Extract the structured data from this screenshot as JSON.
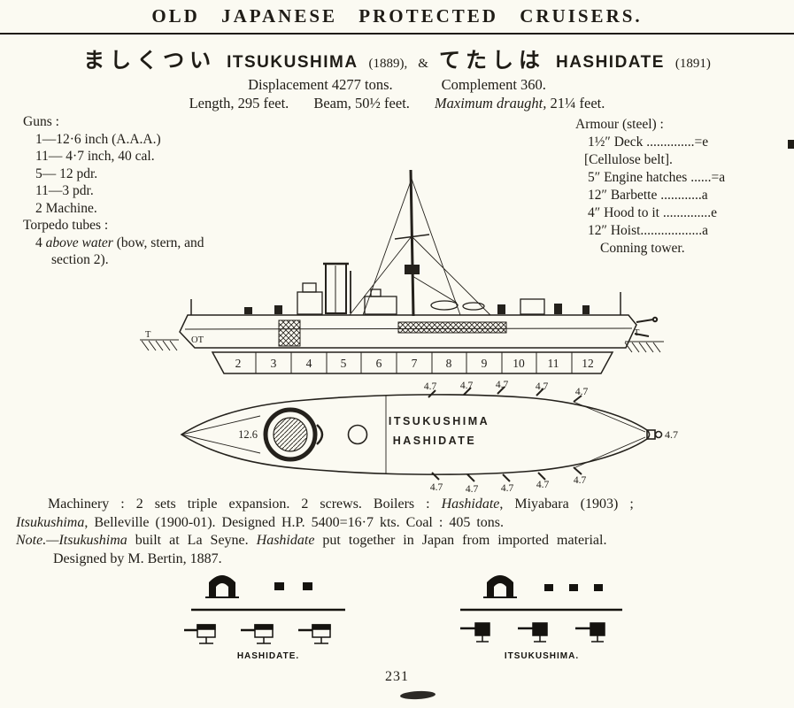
{
  "page": {
    "title": "OLD JAPANESE PROTECTED CRUISERS.",
    "page_number": "231"
  },
  "header": {
    "jp_itsukushima": "ましくつい",
    "itsukushima_name": "ITSUKUSHIMA",
    "itsukushima_year": "(1889),",
    "ampersand": "&",
    "jp_hashidate": "てたしは",
    "hashidate_name": "HASHIDATE",
    "hashidate_year": "(1891)",
    "displacement": "Displacement 4277 tons.",
    "complement": "Complement 360.",
    "length": "Length, 295 feet.",
    "beam": "Beam, 50½ feet.",
    "draught_italic": "Maximum draught,",
    "draught_value": " 21¼ feet."
  },
  "guns": {
    "heading": "Guns :",
    "items": [
      "1—12·6 inch (A.A.A.)",
      "11— 4·7 inch, 40 cal.",
      "5— 12 pdr.",
      "11—3 pdr.",
      "2 Machine."
    ],
    "torpedo_heading": "Torpedo tubes :",
    "torpedo_seg1": "4 ",
    "torpedo_seg2": "above water",
    "torpedo_seg3": " (bow, stern, and",
    "torpedo_line2": "section 2)."
  },
  "armour": {
    "heading": "Armour (steel) :",
    "rows": [
      "1½″ Deck ..............=e",
      "[Cellulose belt].",
      "5″ Engine hatches ......=a",
      "12″ Barbette ............a",
      "4″ Hood to it ..............e",
      "12″ Hoist..................a",
      "Conning tower."
    ]
  },
  "profile": {
    "hull_numbers": [
      "2",
      "3",
      "4",
      "5",
      "6",
      "7",
      "8",
      "9",
      "10",
      "11",
      "12"
    ],
    "bow_mark": "T",
    "deck_mark": "OT",
    "stern_mark": "T"
  },
  "plan": {
    "name_line1": "ITSUKUSHIMA",
    "name_line2": "HASHIDATE",
    "bow_gun": "12.6",
    "stern_gun": "4.7",
    "top_guns": [
      "4.7",
      "4.7",
      "4.7",
      "4.7",
      "4.7"
    ],
    "bottom_guns": [
      "4.7",
      "4.7",
      "4.7",
      "4.7",
      "4.7"
    ]
  },
  "machinery": {
    "l1_s1": "Machinery :  2 sets triple expansion.  2 screws.  Boilers :  ",
    "l1_s2": "Hashidate",
    "l1_s3": ",  Miyabara (1903) ;",
    "l2_s1": "Itsukushima",
    "l2_s2": ", Belleville (1900-01).  Designed H.P. 5400=16·7 kts.  Coal :  405 tons.",
    "l3_s1": "Note.—Itsukushima",
    "l3_s2": " built at La Seyne.  ",
    "l3_s3": "Hashidate",
    "l3_s4": " put together in Japan from imported material.",
    "l4": "Designed by M. Bertin, 1887."
  },
  "silhouettes": {
    "left_label": "HASHIDATE.",
    "right_label": "ITSUKUSHIMA."
  }
}
